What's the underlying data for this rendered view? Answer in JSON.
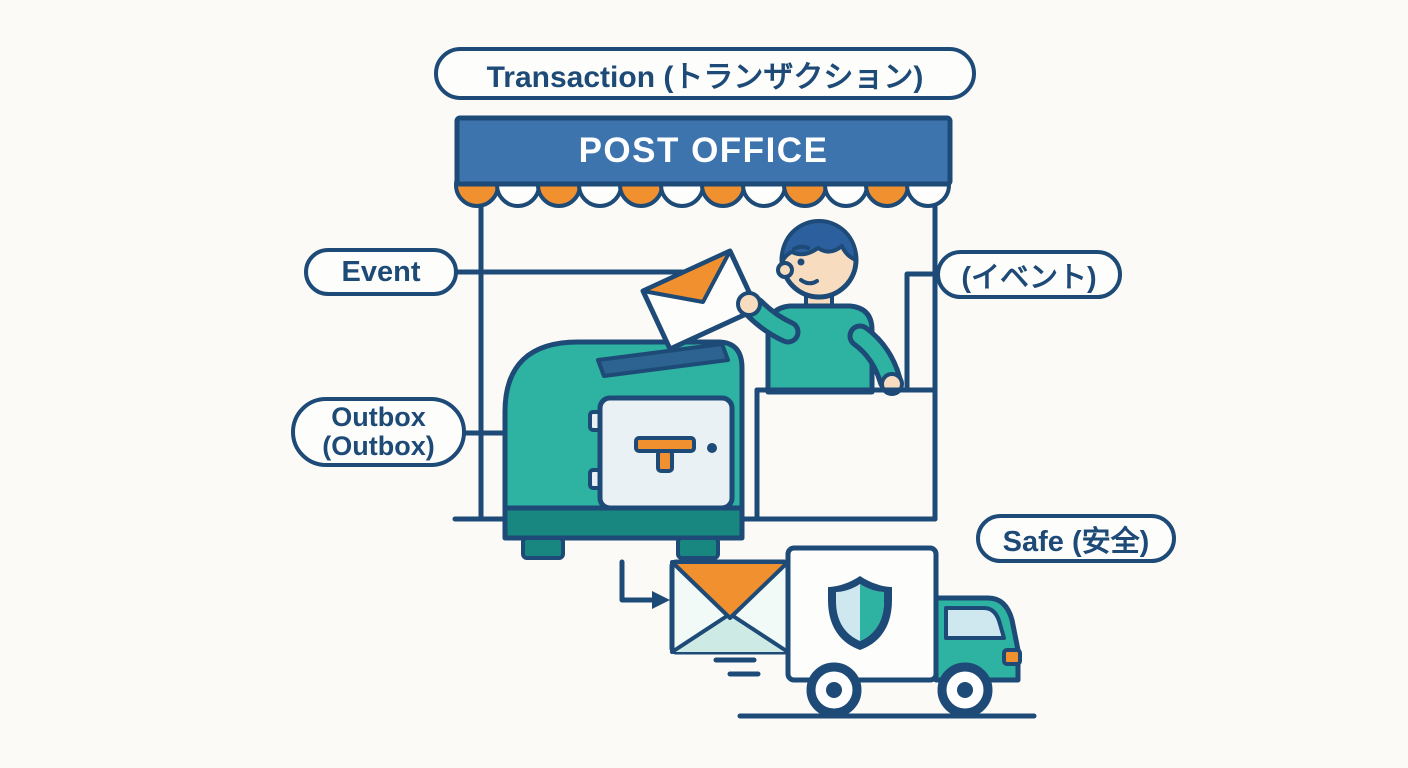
{
  "labels": {
    "transaction": "Transaction (トランザクション)",
    "post_office": "POST OFFICE",
    "event": "Event",
    "event_jp": "(イベント)",
    "outbox_line1": "Outbox",
    "outbox_line2": "(Outbox)",
    "safe": "Safe (安全)"
  },
  "icons": {
    "stand": "post-office-stand",
    "awning": "striped-awning",
    "clerk": "postal-clerk",
    "held_envelope": "envelope-icon",
    "mailbox": "outbox-mailbox-with-safe-door",
    "arrow": "flow-arrow",
    "transit_envelope": "envelope-in-transit-icon",
    "shield": "shield-icon",
    "truck": "delivery-truck-icon"
  },
  "colors": {
    "outline_navy": "#1d4a76",
    "banner_blue": "#3d74ae",
    "teal": "#2eb2a1",
    "teal_dark": "#178780",
    "orange": "#f0902e",
    "skin": "#f7dcc0",
    "hair_blue": "#2b5f9e",
    "light_blue": "#cfe8f0",
    "safe_door": "#eaf1f5",
    "background": "#fbfaf6"
  }
}
